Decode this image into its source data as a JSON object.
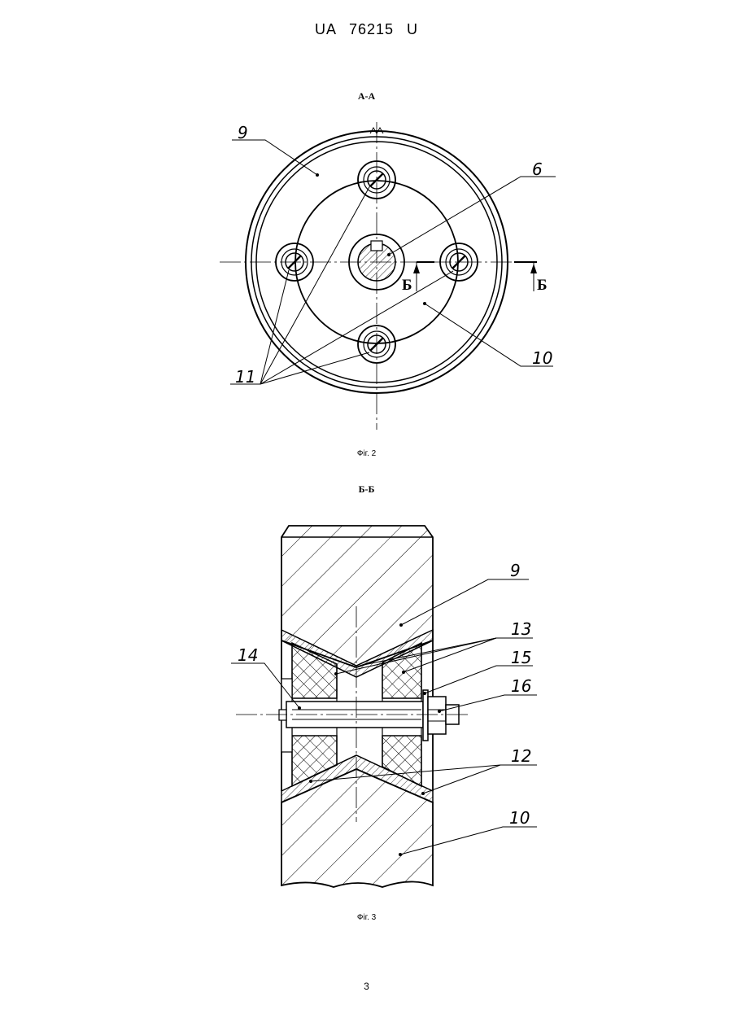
{
  "header": "UA 76215 U",
  "fig2": {
    "section_title": "А-А",
    "caption": "Фіг. 2",
    "labels": {
      "l9": "9",
      "l6": "6",
      "l10": "10",
      "l11": "11",
      "b1": "Б",
      "b2": "Б"
    }
  },
  "fig3": {
    "section_title": "Б-Б",
    "caption": "Фіг. 3",
    "labels": {
      "l9": "9",
      "l13": "13",
      "l14": "14",
      "l15": "15",
      "l16": "16",
      "l12": "12",
      "l10": "10"
    }
  },
  "page_number": "3"
}
